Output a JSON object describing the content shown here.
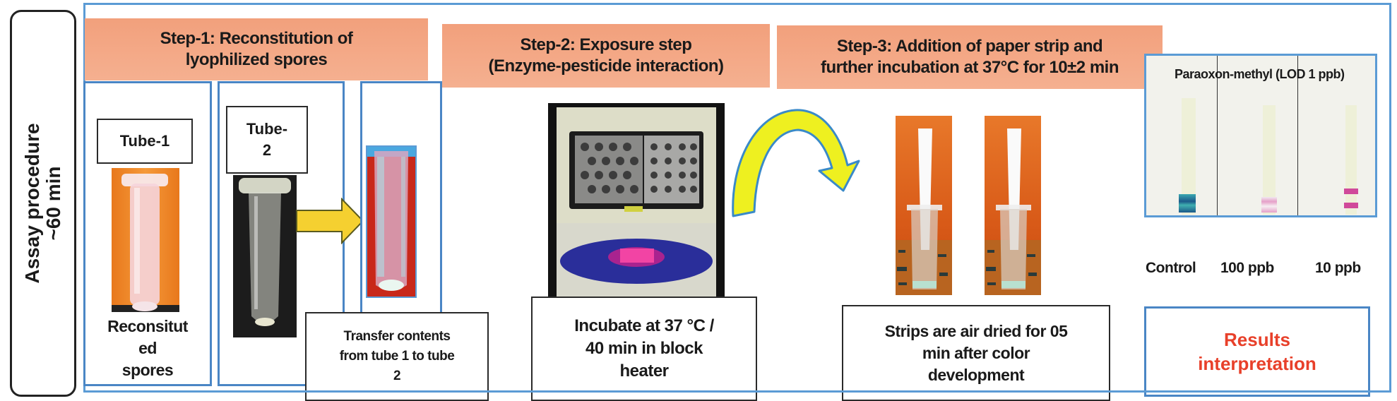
{
  "side_label": {
    "line1": "Assay procedure",
    "line2": "~60 min"
  },
  "steps": [
    {
      "header_line1": "Step-1: Reconstitution of",
      "header_line2": "lyophilized spores",
      "tube1_label": "Tube-1",
      "tube1_caption_line1": "Reconsitut",
      "tube1_caption_line2": "ed",
      "tube1_caption_line3": "spores",
      "tube2_label_line1": "Tube-",
      "tube2_label_line2": "2",
      "transfer_line1": "Transfer contents",
      "transfer_line2": "from tube 1 to tube",
      "transfer_line3": "2"
    },
    {
      "header_line1": "Step-2: Exposure step",
      "header_line2": "(Enzyme-pesticide interaction)",
      "caption_line1": "Incubate at 37 °C /",
      "caption_line2": "40 min in block",
      "caption_line3": "heater"
    },
    {
      "header_line1": "Step-3: Addition of paper strip and",
      "header_line2": "further incubation at 37°C for 10±2 min",
      "caption_line1": "Strips are air dried for 05",
      "caption_line2": "min after color",
      "caption_line3": "development"
    }
  ],
  "results": {
    "title": "Paraoxon-methyl (LOD 1 ppb)",
    "strips": [
      {
        "label": "Control",
        "band_color": "#2a8a9a"
      },
      {
        "label": "100 ppb",
        "band_color": "#e6a0c8"
      },
      {
        "label": "10 ppb",
        "band_color": "#d04a9a"
      }
    ],
    "interpretation_line1": "Results",
    "interpretation_line2": "interpretation",
    "interpretation_color": "#e8402a"
  },
  "colors": {
    "frame_blue": "#5b9bd5",
    "header_salmon": "#f4a582",
    "arrow_yellow": "#f5e020",
    "tube_orange": "#f08a2a"
  }
}
